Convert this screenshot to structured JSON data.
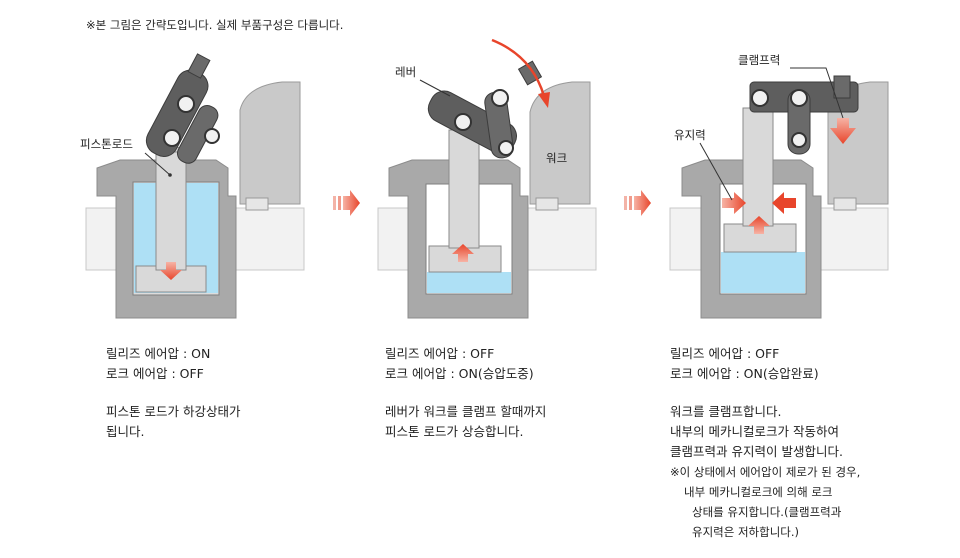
{
  "note": "※본 그림은 간략도입니다. 실제 부품구성은 다릅니다.",
  "labels": {
    "piston_rod": "피스톤로드",
    "lever": "레버",
    "work": "워크",
    "clamp_force": "클램프력",
    "holding_force": "유지력"
  },
  "colors": {
    "body_gray": "#a9a9a9",
    "inner_gray": "#dcdcdc",
    "fluid_blue": "#aee0f5",
    "lever_dark": "#5e5e5e",
    "arrow_red": "#e8452b",
    "arrow_orange": "#f08a4b"
  },
  "steps": [
    {
      "lines1": [
        "릴리즈 에어압 : ON",
        "로크 에어압 : OFF"
      ],
      "lines2": [
        "피스톤 로드가 하강상태가",
        "됩니다."
      ]
    },
    {
      "lines1": [
        "릴리즈 에어압 : OFF",
        "로크 에어압 : ON(승압도중)"
      ],
      "lines2": [
        "레버가 워크를 클램프 할때까지",
        "피스톤 로드가 상승합니다."
      ]
    },
    {
      "lines1": [
        "릴리즈 에어압 : OFF",
        "로크 에어압 : ON(승압완료)"
      ],
      "lines2": [
        "워크를 클램프합니다.",
        "내부의 메카니컬로크가 작동하여",
        "클램프력과 유지력이 발생합니다."
      ],
      "notes": [
        "※이 상태에서 에어압이 제로가 된 경우,",
        "내부 메카니컬로크에 의해 로크",
        "상태를 유지합니다.(클램프력과",
        "유지력은 저하합니다.)"
      ]
    }
  ]
}
